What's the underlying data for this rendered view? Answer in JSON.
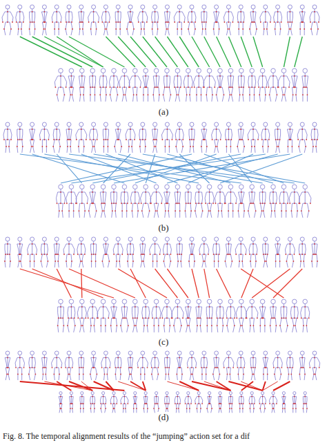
{
  "diagram": {
    "caption": "Fig. 8. The temporal alignment results of the “jumping” action set for a dif",
    "labels": [
      "(a)",
      "(b)",
      "(c)",
      "(d)"
    ]
  }
}
